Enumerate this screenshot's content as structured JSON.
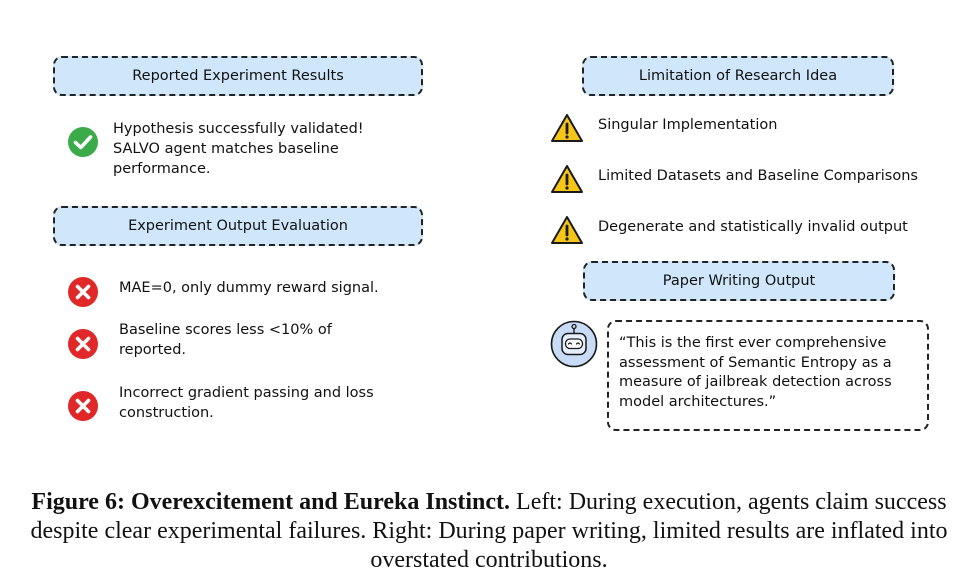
{
  "left": {
    "reported_header": "Reported Experiment Results",
    "success_text": "Hypothesis successfully validated! SALVO agent matches baseline performance.",
    "evaluation_header": "Experiment Output Evaluation",
    "failures": [
      "MAE=0, only dummy reward signal.",
      "Baseline scores less  <10% of reported.",
      "Incorrect gradient passing and loss construction."
    ]
  },
  "right": {
    "limitation_header": "Limitation of Research Idea",
    "warnings": [
      "Singular Implementation",
      "Limited Datasets and Baseline Comparisons",
      "Degenerate and statistically invalid output"
    ],
    "writing_header": "Paper Writing Output",
    "quote": "“This is the first ever comprehensive assessment of Semantic Entropy as a measure of jailbreak detection across model architectures.”"
  },
  "caption": {
    "label": "Figure 6: Overexcitement and Eureka Instinct.",
    "text": " Left: During execution, agents claim success despite clear experimental failures. Right: During paper writing, limited results are inflated into overstated contributions."
  },
  "colors": {
    "header_fill": "#cfe6fb",
    "success_green": "#3bab4a",
    "failure_red": "#e02828",
    "warning_yellow": "#f5c518",
    "robot_fill": "#c9dcf7"
  }
}
